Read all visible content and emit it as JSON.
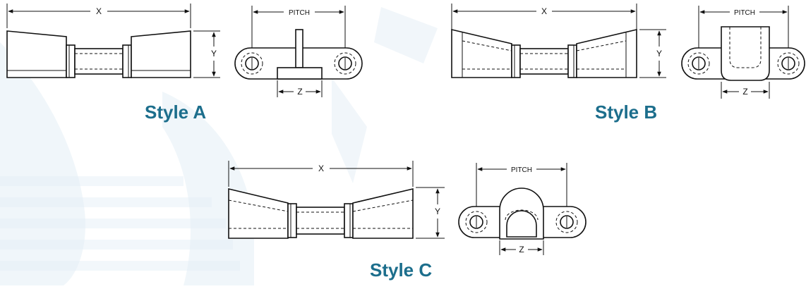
{
  "labels": {
    "x": "X",
    "y": "Y",
    "z": "Z",
    "pitch": "PITCH"
  },
  "styles": {
    "a": "Style A",
    "b": "Style B",
    "c": "Style C"
  },
  "colors": {
    "style_label": "#1c6e8c",
    "watermark": "#e3eef6",
    "line": "#111111"
  }
}
